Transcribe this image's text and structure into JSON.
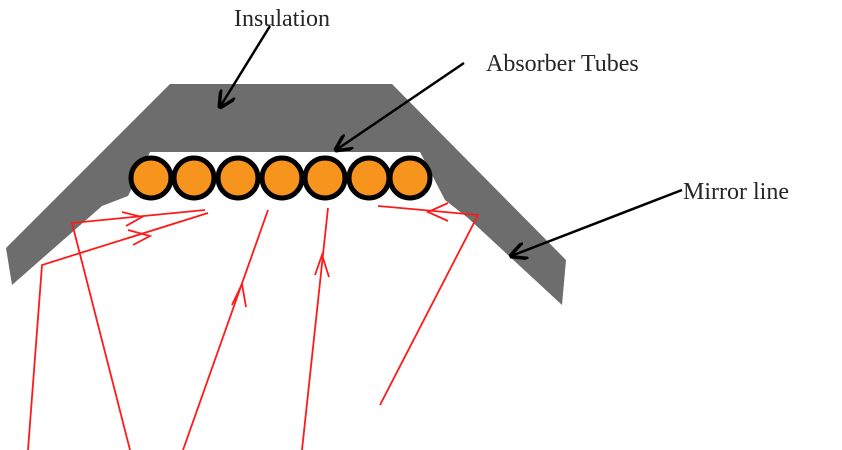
{
  "labels": {
    "insulation": "Insulation",
    "absorber_tubes": "Absorber Tubes",
    "mirror_line": "Mirror line"
  },
  "colors": {
    "housing": "#6d6d6d",
    "tube_fill": "#f7941d",
    "tube_outline": "#000000",
    "ray": "#ff1a1a",
    "pointer": "#000000"
  },
  "absorber_tube_count": 7
}
